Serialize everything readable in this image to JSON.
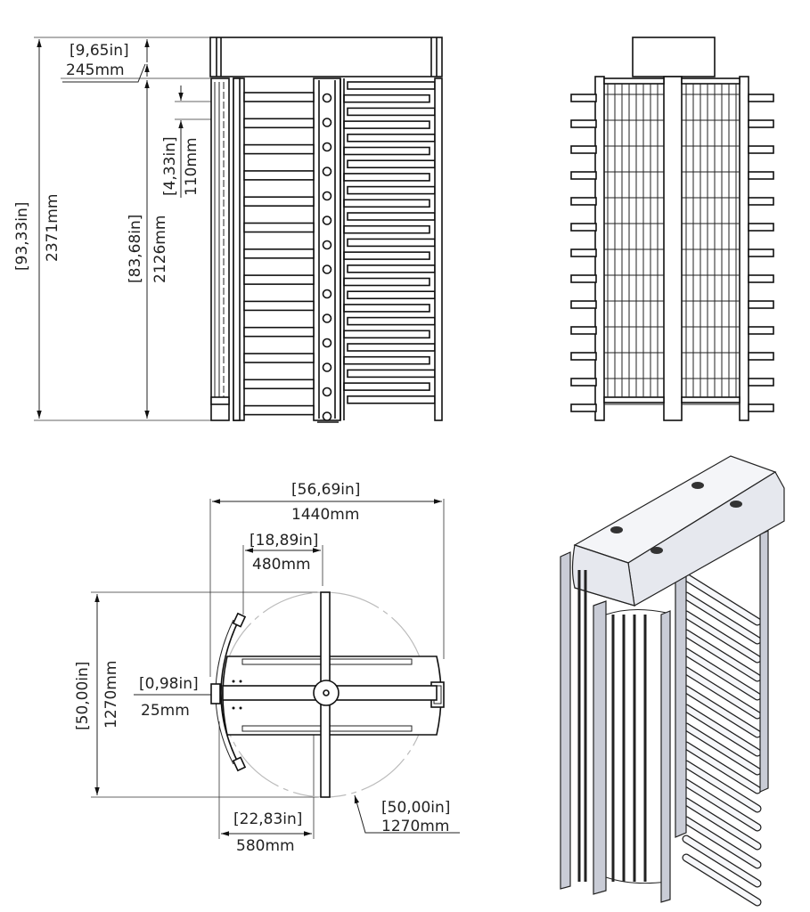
{
  "drawing": {
    "title": "Full height turnstile dimension drawing",
    "views": [
      "front-elevation",
      "side-elevation",
      "top-plan",
      "isometric"
    ]
  },
  "front_view": {
    "overall_height": {
      "in": "[93,33in]",
      "mm": "2371mm"
    },
    "frame_height": {
      "in": "[83,68in]",
      "mm": "2126mm"
    },
    "top_box_height": {
      "in": "[9,65in]",
      "mm": "245mm"
    },
    "arm_spacing": {
      "in": "[4,33in]",
      "mm": "110mm"
    }
  },
  "plan_view": {
    "overall_width": {
      "in": "[56,69in]",
      "mm": "1440mm"
    },
    "rotor_offset": {
      "in": "[18,89in]",
      "mm": "480mm"
    },
    "overall_depth": {
      "in": "[50,00in]",
      "mm": "1270mm"
    },
    "gap": {
      "in": "[0,98in]",
      "mm": "25mm"
    },
    "rotor_to_edge": {
      "in": "[22,83in]",
      "mm": "580mm"
    },
    "rotor_diameter": {
      "in": "[50,00in]",
      "mm": "1270mm"
    }
  },
  "colors": {
    "line": "#111111",
    "sweep_circle": "#bbbbbb",
    "metal": "#c9ccd6"
  }
}
